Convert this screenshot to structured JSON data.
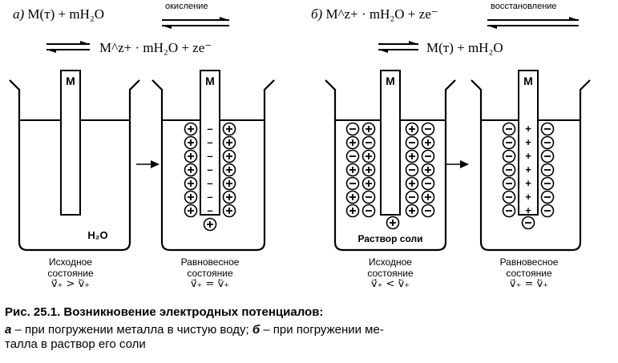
{
  "equations": {
    "a_label": "а)",
    "a_left": "M(т) + mH₂O",
    "a_forward": "окисление",
    "a_right": "M^z+ · mH₂O + ze⁻",
    "b_label": "б)",
    "b_left": "M^z+ · mH₂O + ze⁻",
    "b_forward": "восстановление",
    "b_right": "M(т) + mH₂O"
  },
  "beakers": [
    {
      "electrode": "M",
      "inside_label": "H₂O",
      "caption_line1": "Исходное",
      "caption_line2": "состояние",
      "relation": "v⃗₊ > v⃖₊"
    },
    {
      "electrode": "M",
      "inside_label": "",
      "caption_line1": "Равновесное",
      "caption_line2": "состояние",
      "relation": "v⃗₊ = v⃖₊"
    },
    {
      "electrode": "M",
      "inside_label": "Раствор соли",
      "caption_line1": "Исходное",
      "caption_line2": "состояние",
      "relation": "v⃗₊ < v⃖₊"
    },
    {
      "electrode": "M",
      "inside_label": "",
      "caption_line1": "Равновесное",
      "caption_line2": "состояние",
      "relation": "v⃗₊ = v⃖₊"
    }
  ],
  "figure": {
    "title": "Рис. 25.1. Возникновение электродных потенциалов:",
    "line1_a": "а",
    "line1_text": " – при погружении металла в чистую воду; ",
    "line1_b": "б",
    "line1_text2": " – при погружении ме-",
    "line2_text": "талла в раствор его соли"
  }
}
